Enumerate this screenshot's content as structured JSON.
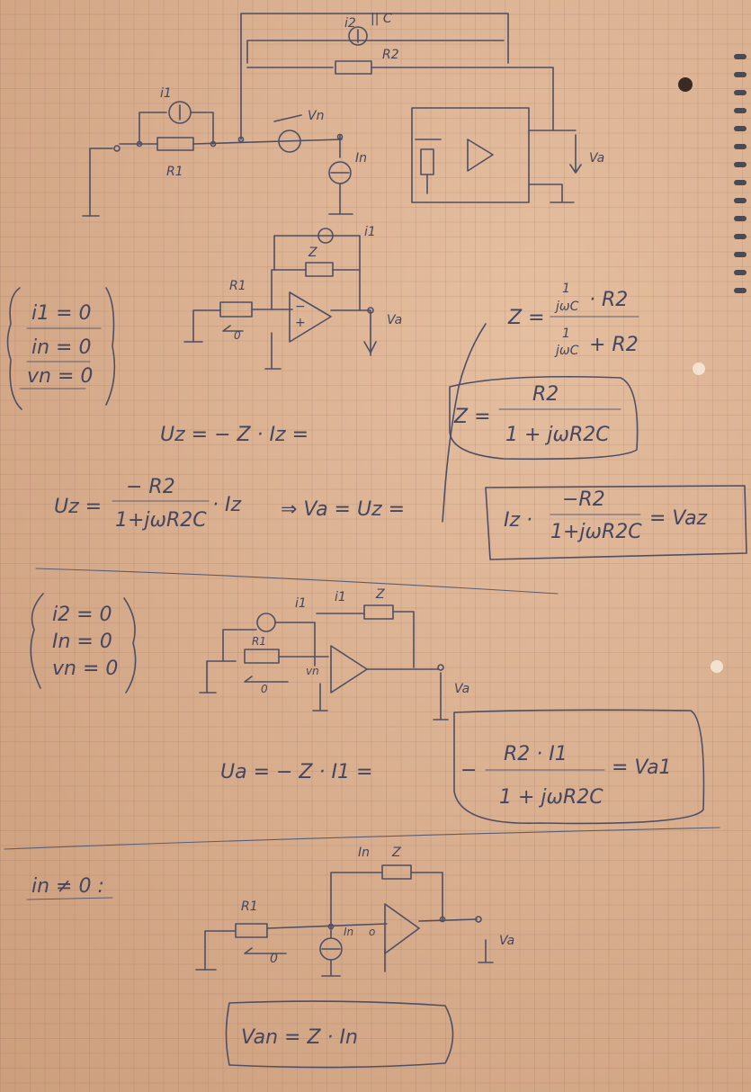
{
  "circuit1": {
    "i2": "i2",
    "iic": "|| C",
    "r2": "R2",
    "i1": "i1",
    "vn": "Vn",
    "r1": "R1",
    "in": "In",
    "va": "Va"
  },
  "section1": {
    "conditions": [
      "i1 = 0",
      "in = 0",
      "vn = 0"
    ],
    "circuit": {
      "i1": "i1",
      "z": "Z",
      "r1": "R1",
      "zero": "0",
      "va": "Va",
      "minus": "−",
      "plus": "+"
    },
    "eq_uz": "Uz = − Z · Iz =",
    "eq_uz2_lhs": "Uz =",
    "eq_uz2_num": "− R2",
    "eq_uz2_den": "1+jωR2C",
    "eq_uz2_mult": "· Iz",
    "eq_uz2_rhs": "⇒  Va = Uz =",
    "box_eq_lhs": "Iz ·",
    "box_eq_num": "−R2",
    "box_eq_den": "1+jωR2C",
    "box_eq_rhs": "= Vaz",
    "z_def_lhs": "Z =",
    "z_def_num1": "1",
    "z_def_num2": "jωC",
    "z_def_num3": "· R2",
    "z_def_den1": "1",
    "z_def_den2": "jωC",
    "z_def_den3": "+ R2",
    "z_box_lhs": "Z =",
    "z_box_num": "R2",
    "z_box_den": "1 + jωR2C"
  },
  "section2": {
    "conditions": [
      "i2 = 0",
      "In = 0",
      "vn = 0"
    ],
    "circuit": {
      "i1a": "i1",
      "i1b": "i1",
      "z": "Z",
      "r1": "R1",
      "zero": "0",
      "vn": "vn",
      "va": "Va"
    },
    "eq_lhs": "Ua = − Z · I1 =",
    "box_num": "R2 · I1",
    "box_den": "1 + jωR2C",
    "box_minus": "−",
    "box_rhs": "= Va1"
  },
  "section3": {
    "heading": "in ≠ 0 :",
    "circuit": {
      "in_top": "In",
      "z": "Z",
      "r1": "R1",
      "zero": "0",
      "in": "In",
      "o": "o",
      "va": "Va"
    },
    "box_eq": "Van = Z · In"
  }
}
